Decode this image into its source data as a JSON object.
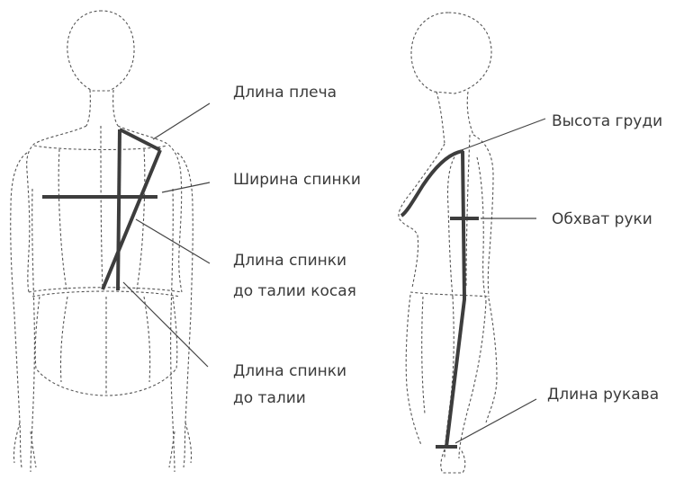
{
  "colors": {
    "outline": "#555555",
    "measure": "#3d3d3d",
    "text": "#3a3a3a",
    "background": "#ffffff"
  },
  "labels": {
    "shoulder_length": "Длина плеча",
    "back_width": "Ширина спинки",
    "back_length_oblique": [
      "Длина спинки",
      "до талии косая"
    ],
    "back_length": [
      "Длина спинки",
      "до талии"
    ],
    "bust_height": "Высота груди",
    "arm_girth": "Обхват руки",
    "sleeve_length": "Длина рукава"
  }
}
